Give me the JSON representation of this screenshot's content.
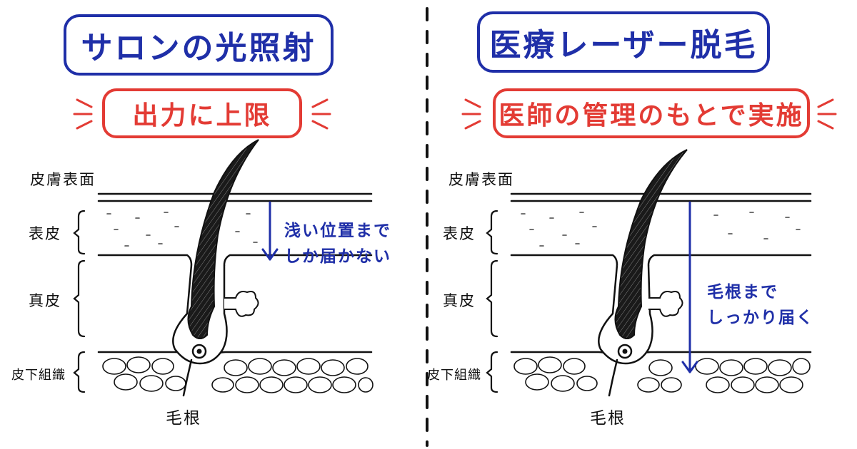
{
  "left": {
    "title": "サロンの光照射",
    "subtitle": "出力に上限",
    "note_line1": "浅い位置まで",
    "note_line2": "しか届かない"
  },
  "right": {
    "title": "医療レーザー脱毛",
    "subtitle": "医師の管理のもとで実施",
    "note_line1": "毛根まで",
    "note_line2": "しっかり届く"
  },
  "layers": {
    "surface": "皮膚表面",
    "epidermis": "表皮",
    "dermis": "真皮",
    "subcutaneous": "皮下組織",
    "hair_root": "毛根"
  },
  "colors": {
    "title": "#1f2fa8",
    "subtitle": "#e33b34",
    "arrow": "#1f2fa8",
    "ink": "#111111"
  }
}
